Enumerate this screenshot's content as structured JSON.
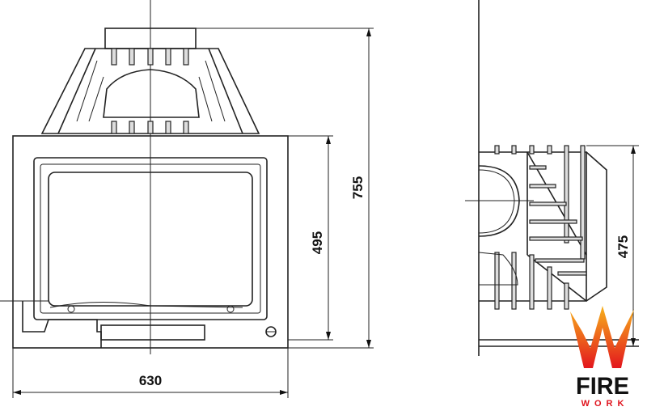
{
  "dimensions": {
    "front_width": "630",
    "front_glass_height": "495",
    "total_height": "755",
    "side_depth": "475"
  },
  "logo": {
    "line1": "FIRE",
    "line2": "WORK",
    "colors": {
      "flame_top": "#f7a51c",
      "flame_bottom": "#e3161d",
      "text_dark": "#111111",
      "text_red": "#e0141e"
    }
  }
}
